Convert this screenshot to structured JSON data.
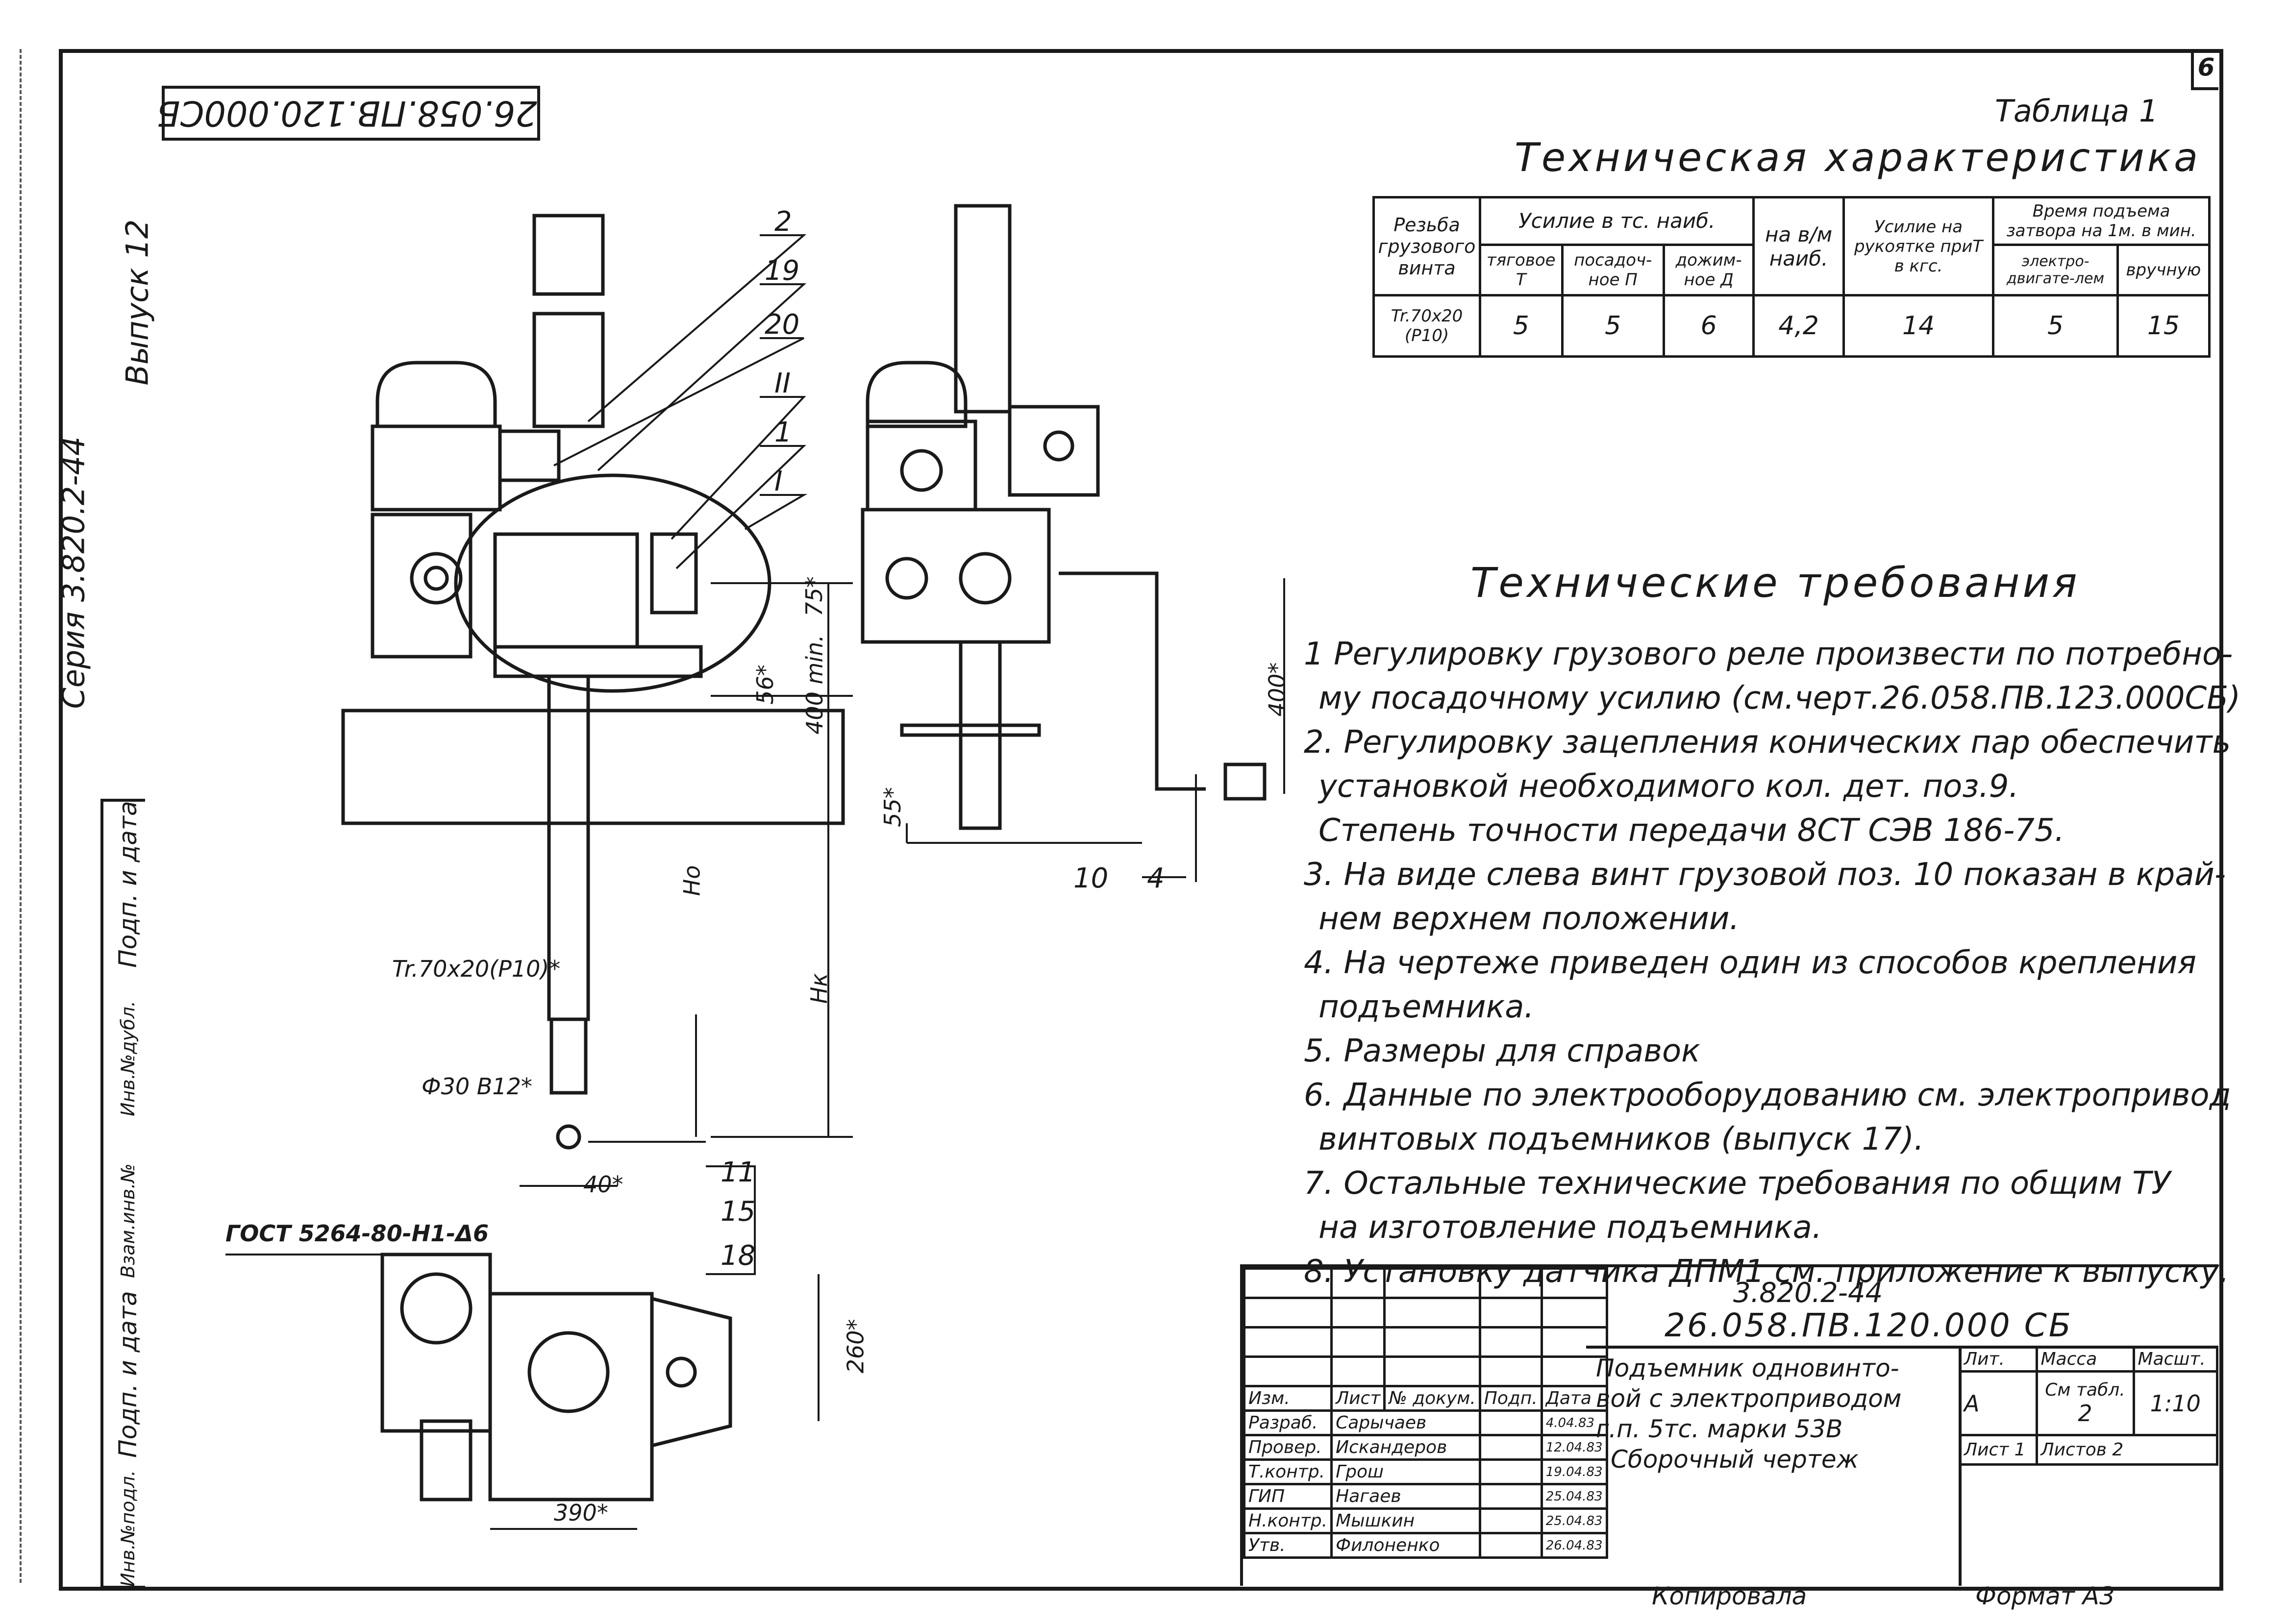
{
  "sheet_number": "6",
  "doc_code_rotated": "26.058.ПВ.120.000СБ",
  "side_left": {
    "series": "Серия   3.820.2-44",
    "issue": "Выпуск 12"
  },
  "side_columns": [
    "Инв.№подл.",
    "Подп. и дата",
    "Взам.инв.№",
    "Инв.№дубл.",
    "Подп. и дата"
  ],
  "table_caption": "Таблица 1",
  "table_title": "Техническая характеристика",
  "spec_table": {
    "h_thread": "Резьба грузового винта",
    "h_force": "Усилие в тс. наиб.",
    "h_traction": "тяговое Т",
    "h_landing": "посадоч-ное П",
    "h_press": "дожим-ное Д",
    "h_load": "на в/м наиб.",
    "h_handle": "Усилие на рукоятке приТ в кгс.",
    "h_time": "Время подъема затвора на 1м. в мин.",
    "h_motor": "электро-двигате-лем",
    "h_manual": "вручную",
    "row": [
      "Tr.70x20 (P10)",
      "5",
      "5",
      "6",
      "4,2",
      "14",
      "5",
      "15"
    ]
  },
  "req_title": "Технические требования",
  "requirements": [
    "1  Регулировку грузового реле произвести по потребно-",
    "му посадочному усилию (см.черт.26.058.ПВ.123.000СБ)",
    "2.  Регулировку зацепления конических пар обеспечить",
    "установкой необходимого кол. дет. поз.9.",
    "Степень точности передачи 8СТ СЭВ 186-75.",
    "3.  На виде слева винт грузовой поз. 10 показан в край-",
    "нем верхнем положении.",
    "4.  На чертеже приведен один из способов крепления",
    "подъемника.",
    "5.  Размеры для справок",
    "6.  Данные по электрооборудованию см. электропривод",
    "винтовых подъемников (выпуск 17).",
    "7.  Остальные технические требования по общим ТУ",
    "на изготовление подъемника.",
    "8.  Установку датчика ДПМ1 см. приложение к выпуску."
  ],
  "labels": {
    "p2": "2",
    "p19": "19",
    "p20": "20",
    "pII": "II",
    "p1": "1",
    "pI": "I",
    "p10": "10",
    "p4": "4",
    "p11": "11",
    "p15": "15",
    "p18": "18",
    "d75": "75*",
    "d56": "56*",
    "d400min": "400 min.",
    "d55": "55*",
    "d400": "400*",
    "Ho": "Ho",
    "Hk": "Hк",
    "thread": "Tr.70x20(P10)*",
    "d30": "Ф30 В12*",
    "d40": "40*",
    "gost": "ГОСТ 5264-80-Н1-Δ6",
    "d260": "260*",
    "d390": "390*"
  },
  "stamp": {
    "code1": "3.820.2-44",
    "code2": "26.058.ПВ.120.000 СБ",
    "name": [
      "Подъемник одновинто-",
      "вой с электроприводом",
      "г.п. 5тс. марки 53В",
      "Сборочный чертеж"
    ],
    "h_lit": "Лит.",
    "h_mass": "Масса",
    "h_scale": "Масшт.",
    "lit": "А",
    "mass_a": "См табл.",
    "mass_b": "2",
    "scale": "1:10",
    "sheet": "Лист 1",
    "sheets": "Листов 2",
    "head": [
      "Изм.",
      "Лист",
      "№ докум.",
      "Подп.",
      "Дата"
    ],
    "rows": [
      [
        "Разраб.",
        "Сарычаев",
        "4.04.83"
      ],
      [
        "Провер.",
        "Искандеров",
        "12.04.83"
      ],
      [
        "Т.контр.",
        "Грош",
        "19.04.83"
      ],
      [
        "ГИП",
        "Нагаев",
        "25.04.83"
      ],
      [
        "Н.контр.",
        "Мышкин",
        "25.04.83"
      ],
      [
        "Утв.",
        "Филоненко",
        "26.04.83"
      ]
    ]
  },
  "copied": "Копировала",
  "format": "Формат А3"
}
